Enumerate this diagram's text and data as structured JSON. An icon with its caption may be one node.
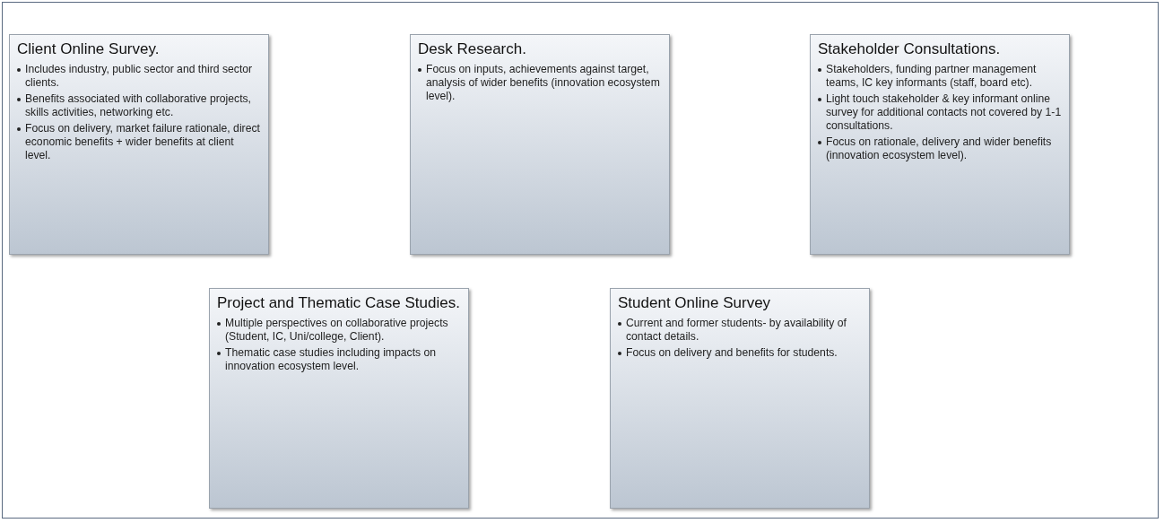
{
  "diagram": {
    "nodes": [
      {
        "text": [
          "Client Online Survey.",
          "Includes industry, public sector and third sector clients.",
          "Benefits associated with collaborative projects, skills activities, networking etc.",
          "Focus on delivery, market failure rationale, direct economic benefits + wider benefits at client level."
        ]
      },
      {
        "text": [
          "Desk Research.",
          "Focus on inputs, achievements against target, analysis of wider benefits (innovation ecosystem level)."
        ]
      },
      {
        "text": [
          "Stakeholder Consultations.",
          "Stakeholders, funding partner management teams, IC key informants (staff, board etc).",
          "Light touch stakeholder & key informant online survey for additional contacts not covered by 1-1 consultations.",
          "Focus on rationale, delivery and wider benefits (innovation ecosystem level)."
        ]
      },
      {
        "text": [
          "Project and Thematic Case Studies.",
          "Multiple perspectives on collaborative projects (Student, IC, Uni/college, Client).",
          "Thematic case studies including impacts on innovation ecosystem level."
        ]
      },
      {
        "text": [
          "Student Online Survey",
          "Current and former students- by availability of contact details.",
          "Focus on delivery and benefits for students."
        ]
      }
    ]
  }
}
